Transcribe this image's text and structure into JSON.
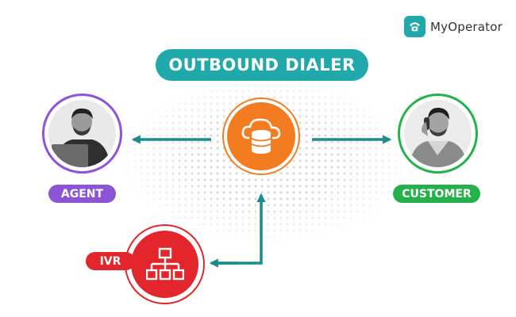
{
  "brand": {
    "name": "MyOperator"
  },
  "title": "OUTBOUND DIALER",
  "nodes": {
    "agent": {
      "label": "AGENT"
    },
    "customer": {
      "label": "CUSTOMER"
    },
    "ivr": {
      "label": "IVR"
    }
  },
  "colors": {
    "teal": "#1fa9ab",
    "orange": "#f47c20",
    "purple": "#8b55d6",
    "green": "#24b14c",
    "red": "#e2262b"
  },
  "icons": {
    "server": "cloud-database-icon",
    "ivr": "hierarchy-icon",
    "brand": "phone-icon"
  }
}
